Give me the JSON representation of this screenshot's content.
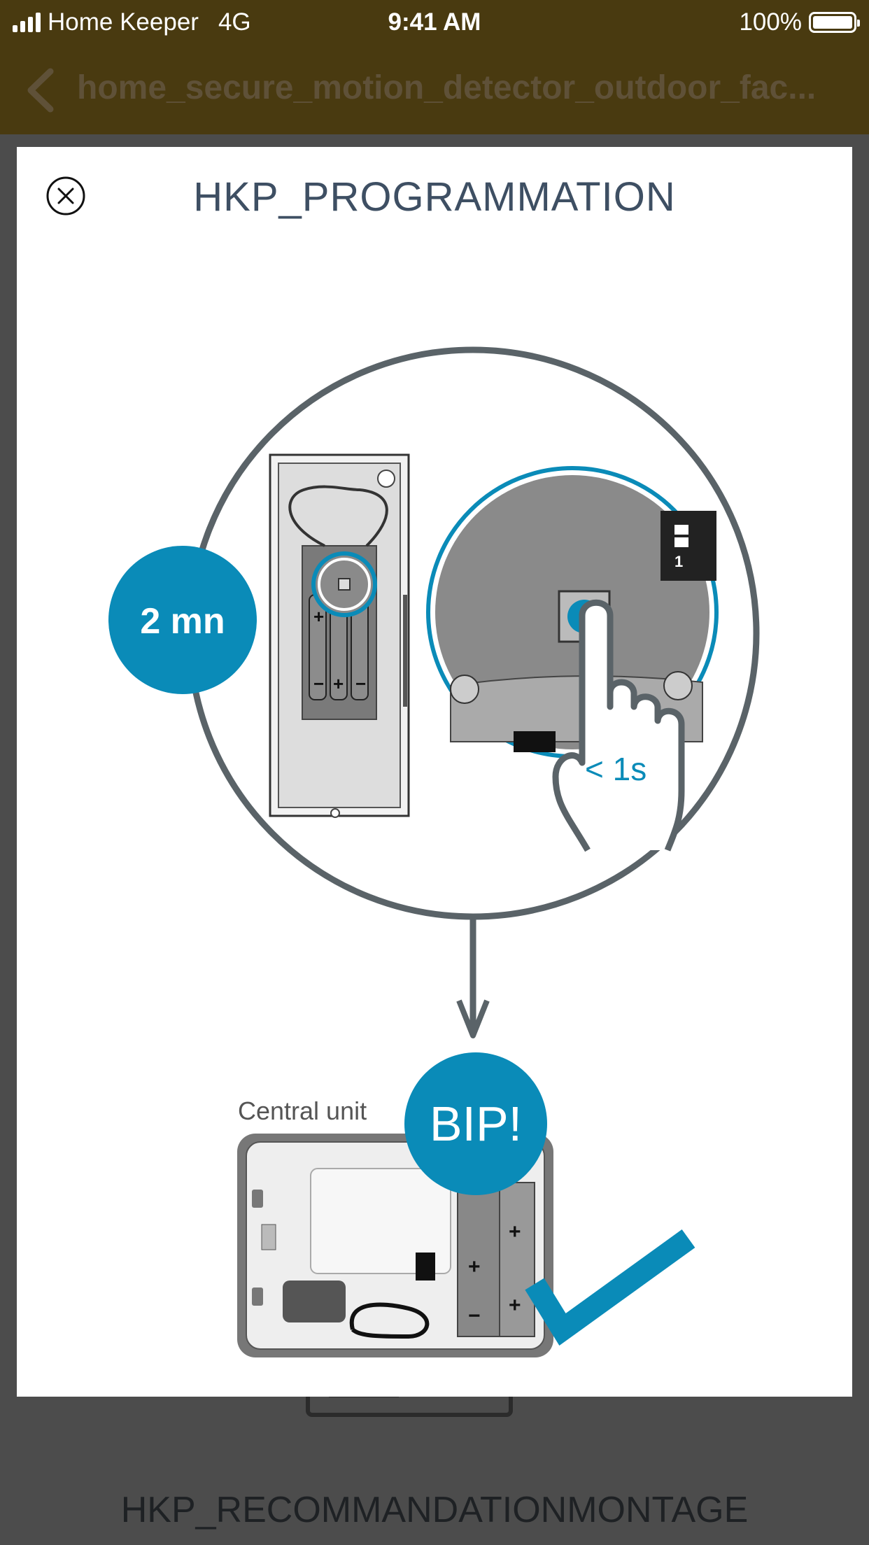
{
  "status_bar": {
    "carrier": "Home Keeper",
    "network": "4G",
    "time": "9:41 AM",
    "battery": "100%"
  },
  "nav": {
    "title": "home_secure_motion_detector_outdoor_fac..."
  },
  "background": {
    "footer_text": "HKP_RECOMMANDATIONMONTAGE"
  },
  "modal": {
    "title": "HKP_PROGRAMMATION",
    "illustration": {
      "timer_badge": "2 mn",
      "press_label": "< 1s",
      "central_unit_label": "Central unit",
      "beep_badge": "BIP!",
      "zoom_digit": "1"
    }
  },
  "colors": {
    "header_bg": "#493a10",
    "accent": "#0a8bb8",
    "title_text": "#3e4f63",
    "overlay": "#4a4a4a"
  },
  "icons": {
    "close": "close-circle-icon",
    "back": "chevron-left-icon",
    "check": "checkmark-icon",
    "hand": "pointing-hand-icon"
  }
}
